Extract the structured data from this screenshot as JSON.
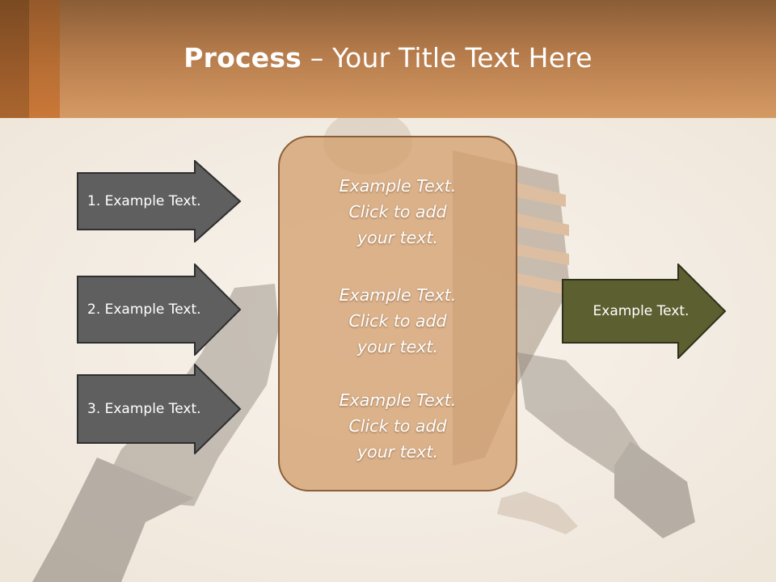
{
  "slide": {
    "title_bold": "Process",
    "title_rest": " – Your Title Text Here"
  },
  "arrows_left": [
    {
      "label": "1. Example Text."
    },
    {
      "label": "2. Example Text."
    },
    {
      "label": "3. Example Text."
    }
  ],
  "panel": {
    "blocks": [
      {
        "line1": "Example Text.",
        "line2": "Click  to add",
        "line3": "your text."
      },
      {
        "line1": "Example Text.",
        "line2": "Click  to add",
        "line3": "your text."
      },
      {
        "line1": "Example Text.",
        "line2": "Click  to add",
        "line3": "your text."
      }
    ]
  },
  "arrow_right": {
    "label": "Example Text."
  },
  "colors": {
    "header": "#b57b4b",
    "arrow_gray": "#5f5f5f",
    "arrow_olive": "#5c5f30",
    "panel": "#d3a070",
    "panel_border": "#8a5f3a"
  }
}
